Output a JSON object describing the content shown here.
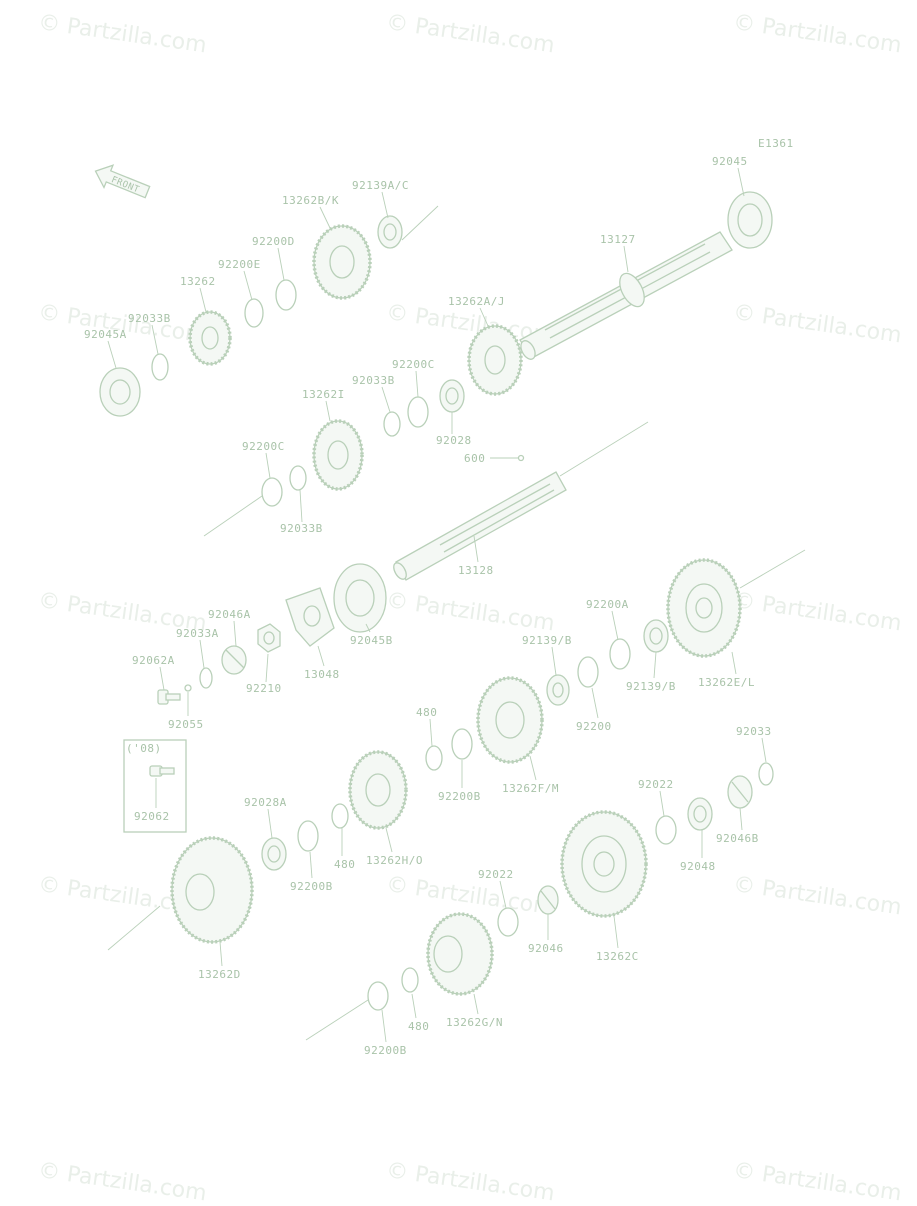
{
  "diagram_code": "E1361",
  "front_label": "FRONT",
  "watermark": "© Partzilla.com",
  "model_note": "('08)",
  "parts": {
    "p92045": "92045",
    "p13127": "13127",
    "p92139AC": "92139A/C",
    "p13262BK": "13262B/K",
    "p92200D": "92200D",
    "p92200E": "92200E",
    "p13262": "13262",
    "p92033B_top": "92033B",
    "p92045A": "92045A",
    "p13262AJ": "13262A/J",
    "p92200C_top": "92200C",
    "p92033B_mid": "92033B",
    "p13262I": "13262I",
    "p92028": "92028",
    "p600": "600",
    "p92200C_left": "92200C",
    "p92033B_low": "92033B",
    "p13128": "13128",
    "p92046A": "92046A",
    "p92033A": "92033A",
    "p92062A": "92062A",
    "p92055": "92055",
    "p92210": "92210",
    "p13048": "13048",
    "p92045B": "92045B",
    "p92200A": "92200A",
    "p92139B_a": "92139/B",
    "p92139B_b": "92139/B",
    "p13262EL": "13262E/L",
    "p92200": "92200",
    "p480_a": "480",
    "p92200B_a": "92200B",
    "p13262FM": "13262F/M",
    "p92033": "92033",
    "p92022_a": "92022",
    "p92046B": "92046B",
    "p92048": "92048",
    "p92062": "92062",
    "p92028A": "92028A",
    "p92200B_b": "92200B",
    "p480_b": "480",
    "p13262HO": "13262H/O",
    "p92022_b": "92022",
    "p92046": "92046",
    "p13262C": "13262C",
    "p13262D": "13262D",
    "p480_c": "480",
    "p13262GN": "13262G/N",
    "p92200B_c": "92200B"
  }
}
